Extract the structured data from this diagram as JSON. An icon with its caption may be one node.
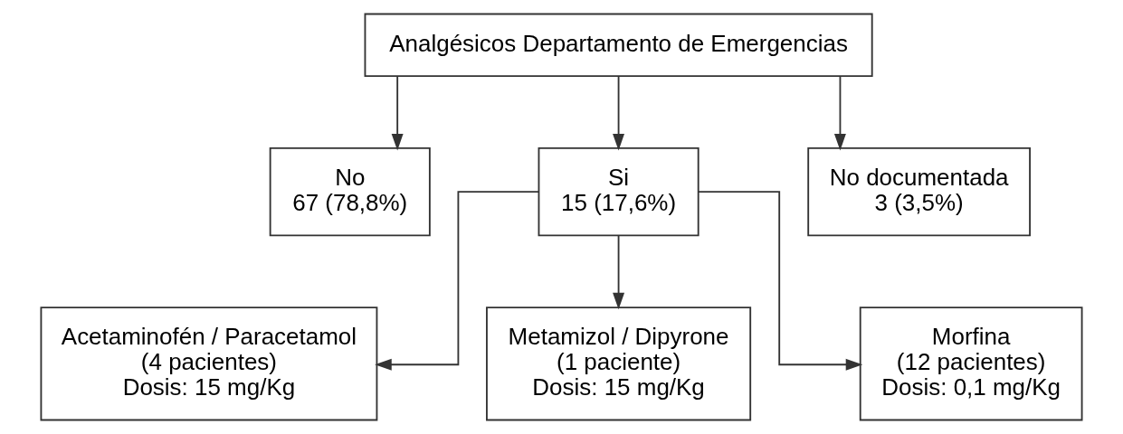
{
  "diagram": {
    "nodes": [
      {
        "text": [
          "Analgésicos Departamento de Emergencias"
        ]
      },
      {
        "text": [
          "No",
          "67 (78,8%)"
        ]
      },
      {
        "text": [
          "Si",
          "15 (17,6%)"
        ]
      },
      {
        "text": [
          "No documentada",
          "3 (3,5%)"
        ]
      },
      {
        "text": [
          "Acetaminofén / Paracetamol",
          "(4 pacientes)",
          "Dosis: 15 mg/Kg"
        ]
      },
      {
        "text": [
          "Metamizol / Dipyrone",
          "(1 paciente)",
          "Dosis: 15 mg/Kg"
        ]
      },
      {
        "text": [
          "Morfina",
          "(12 pacientes)",
          "Dosis: 0,1 mg/Kg"
        ]
      }
    ],
    "edges": [
      {
        "from": 0,
        "to": 1,
        "arrow": "to"
      },
      {
        "from": 0,
        "to": 2,
        "arrow": "to"
      },
      {
        "from": 0,
        "to": 3,
        "arrow": "to"
      },
      {
        "from": 2,
        "to": 4,
        "arrow": "to"
      },
      {
        "from": 2,
        "to": 5,
        "arrow": "to"
      },
      {
        "from": 2,
        "to": 6,
        "arrow": "to"
      }
    ]
  }
}
